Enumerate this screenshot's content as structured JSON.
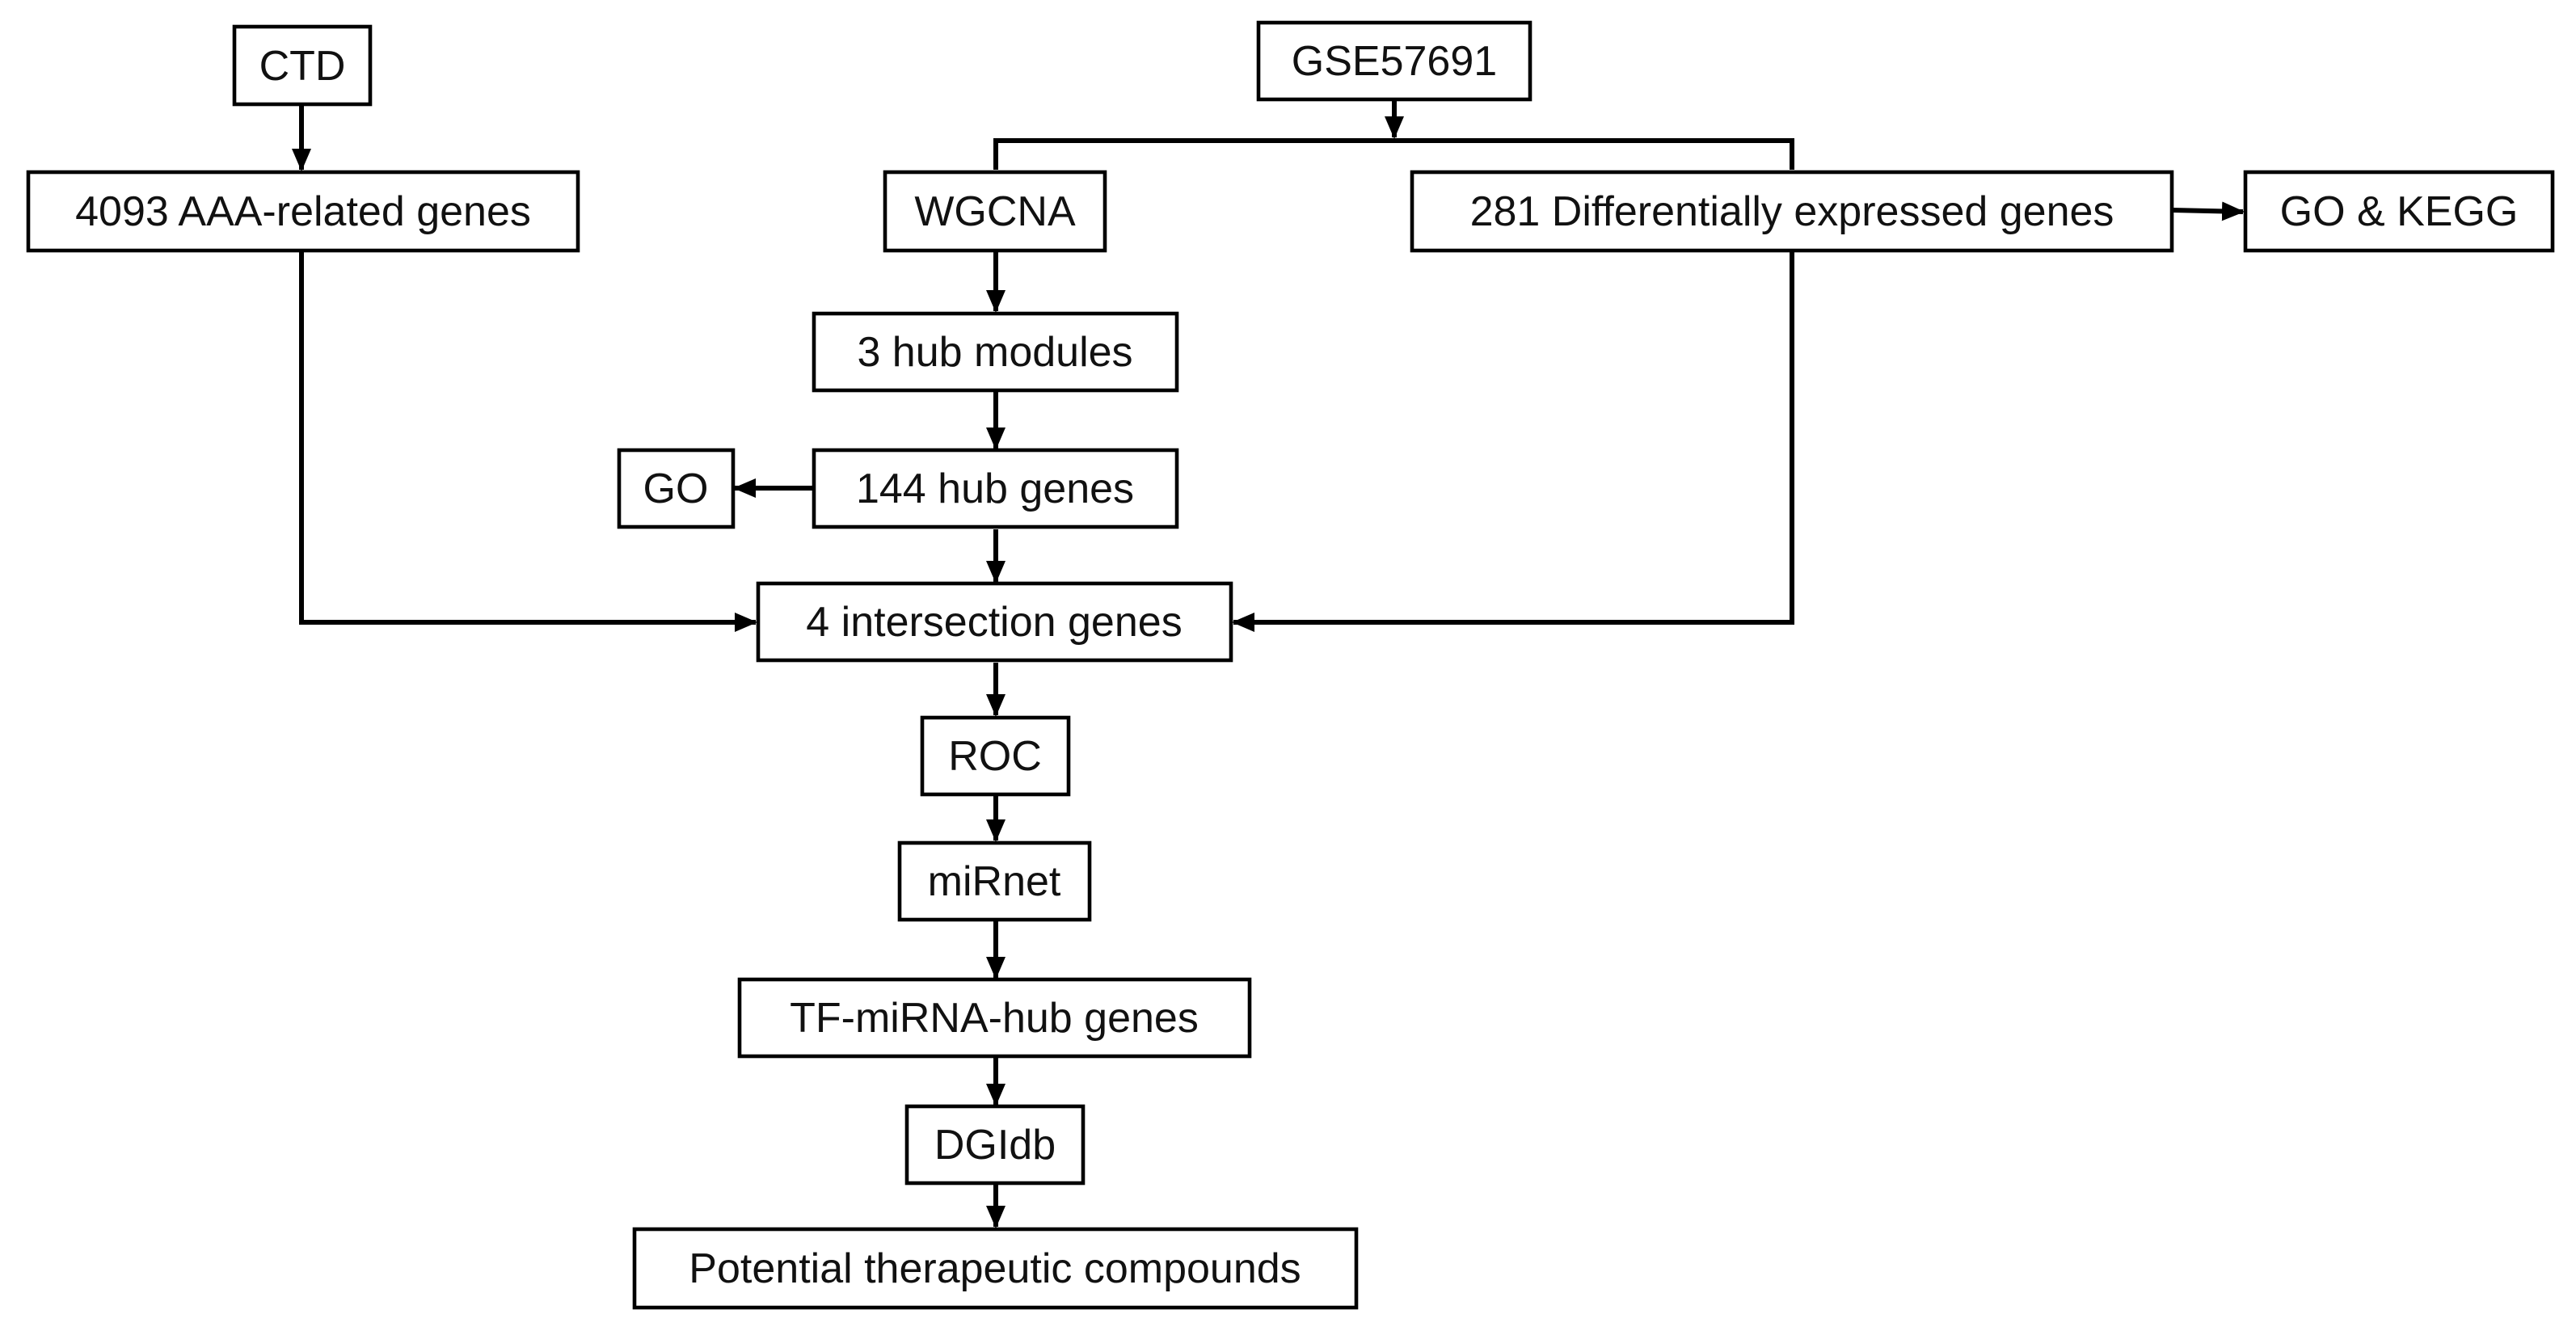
{
  "nodes": {
    "ctd": {
      "label": "CTD"
    },
    "gse": {
      "label": "GSE57691"
    },
    "aaa_genes": {
      "label": "4093 AAA-related genes"
    },
    "wgcna": {
      "label": "WGCNA"
    },
    "deg": {
      "label": "281 Differentially expressed genes"
    },
    "go_kegg": {
      "label": "GO & KEGG"
    },
    "hub_modules": {
      "label": "3 hub modules"
    },
    "go": {
      "label": "GO"
    },
    "hub_genes": {
      "label": "144 hub genes"
    },
    "intersection": {
      "label": "4 intersection genes"
    },
    "roc": {
      "label": "ROC"
    },
    "mirnet": {
      "label": "miRnet"
    },
    "tf_mirna": {
      "label": "TF-miRNA-hub genes"
    },
    "dgidb": {
      "label": "DGIdb"
    },
    "compounds": {
      "label": "Potential therapeutic compounds"
    }
  },
  "edges": [
    {
      "from": "ctd",
      "to": "aaa_genes"
    },
    {
      "from": "gse",
      "to": "wgcna"
    },
    {
      "from": "gse",
      "to": "deg"
    },
    {
      "from": "deg",
      "to": "go_kegg"
    },
    {
      "from": "wgcna",
      "to": "hub_modules"
    },
    {
      "from": "hub_modules",
      "to": "hub_genes"
    },
    {
      "from": "hub_genes",
      "to": "go"
    },
    {
      "from": "hub_genes",
      "to": "intersection"
    },
    {
      "from": "aaa_genes",
      "to": "intersection"
    },
    {
      "from": "deg",
      "to": "intersection"
    },
    {
      "from": "intersection",
      "to": "roc"
    },
    {
      "from": "roc",
      "to": "mirnet"
    },
    {
      "from": "mirnet",
      "to": "tf_mirna"
    },
    {
      "from": "tf_mirna",
      "to": "dgidb"
    },
    {
      "from": "dgidb",
      "to": "compounds"
    }
  ]
}
